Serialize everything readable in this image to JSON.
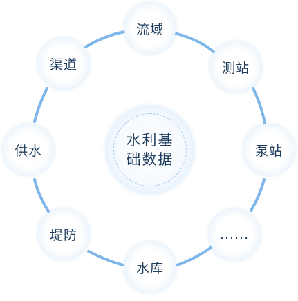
{
  "center": {
    "line1": "水利基",
    "line2": "础数据"
  },
  "nodes": [
    {
      "label": "流域"
    },
    {
      "label": "测站"
    },
    {
      "label": "泵站"
    },
    {
      "label": "......"
    },
    {
      "label": "水库"
    },
    {
      "label": "堤防"
    },
    {
      "label": "供水"
    },
    {
      "label": "渠道"
    }
  ],
  "colors": {
    "ring": "#7fb6ea",
    "text": "#1f3d5c"
  }
}
